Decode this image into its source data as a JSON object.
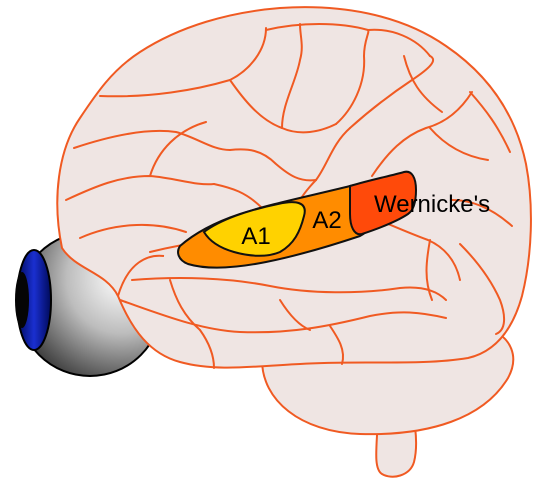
{
  "labels": {
    "a1": "A1",
    "a2": "A2",
    "wernicke": "Wernicke's"
  },
  "colors": {
    "brain_fill": "#efe5e3",
    "brain_outline": "#f05a22",
    "a1_fill": "#ffd200",
    "a2_fill": "#ff8c00",
    "wernicke_fill": "#ff4a0a",
    "region_outline": "#111111",
    "eye_iris": "#1a2fd0",
    "eye_outline": "#000000"
  },
  "icons": {
    "brain": "brain-icon",
    "eye": "eye-icon"
  }
}
